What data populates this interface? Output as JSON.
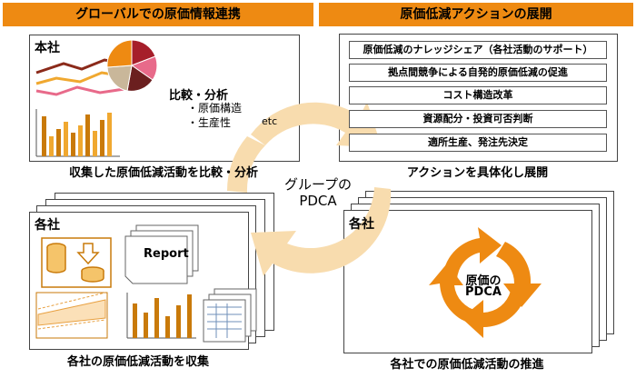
{
  "headers": {
    "left": "グローバルでの原価情報連携",
    "right": "原価低減アクションの展開"
  },
  "center": {
    "cycle_label_line1": "グループの",
    "cycle_label_line2": "PDCA"
  },
  "hq_panel": {
    "label": "本社",
    "compare_title": "比較・分析",
    "compare_items": [
      "・原価構造",
      "・生産性"
    ],
    "etc": "etc",
    "caption": "収集した原価低減活動を比較・分析"
  },
  "actions_panel": {
    "items": [
      "原価低減のナレッジシェア（各社活動のサポート）",
      "拠点間競争による自発的原価低減の促進",
      "コスト構造改革",
      "資源配分・投資可否判断",
      "適所生産、発注先決定"
    ],
    "caption": "アクションを具体化し展開"
  },
  "collect_panel": {
    "label": "各社",
    "report_label": "Report",
    "caption": "各社の原価低減活動を収集"
  },
  "promote_panel": {
    "label": "各社",
    "cycle_line1": "原価の",
    "cycle_line2": "PDCA",
    "caption": "各社での原価低減活動の推進"
  },
  "colors": {
    "accent": "#ee8a12",
    "arrow_light": "#f8dcae",
    "dark_orange": "#c97a0a"
  }
}
